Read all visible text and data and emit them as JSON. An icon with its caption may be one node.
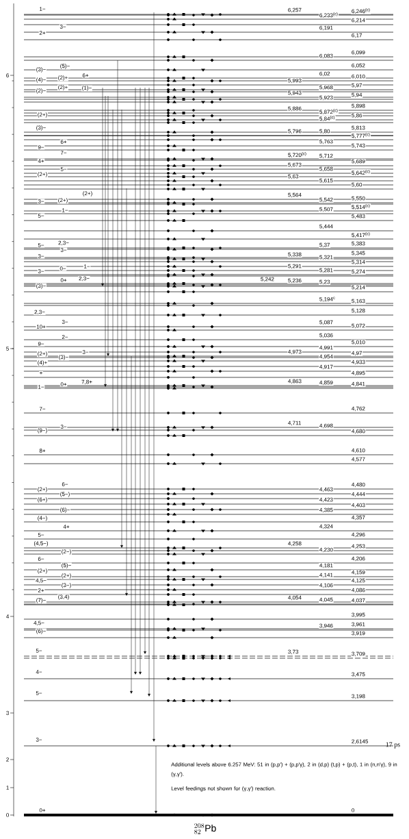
{
  "diagram": {
    "labels": [
      "6",
      "5",
      "4",
      "3",
      "2",
      "1",
      "0",
      "1−",
      "3−",
      "2+",
      "(5)−",
      "(3)−",
      "6+",
      "(2)+",
      "(4)−",
      "(2)+",
      "(1)−",
      "(2)−",
      "(2+)",
      "(3)−",
      "6+",
      "9−",
      "7−",
      "4+",
      "5−",
      "(2+)",
      "(2+)",
      "(2+)",
      "3−",
      "1−",
      "5−",
      "2,3−",
      "5−",
      "3−",
      "3−",
      "1−",
      "0−",
      "3−",
      "2,3−",
      "0+",
      "(3)−",
      "2,3−",
      "3−",
      "10+",
      "2−",
      "9−",
      "3−",
      "(2+)",
      "(3)−",
      "(4)+",
      "+",
      "7,8+",
      "0+",
      "1−",
      "7−",
      "3−",
      "(9−)",
      "8+",
      "6−",
      "(2+)",
      "(5−)",
      "(6+)",
      "(6)−",
      "(4−)",
      "4+",
      "5−",
      "(4,5−)",
      "(2−)",
      "6−",
      "(5)−",
      "(2+)",
      "(2+)",
      "4,5−",
      "(3−)",
      "2+",
      "(3,4)",
      "(7)−",
      "4,5−",
      "(6)−",
      "5−",
      "4−",
      "5−",
      "3−",
      "0+",
      "6,257",
      "6,246$^{(c)}$",
      "6,233$^{(c)}$",
      "6,214",
      "6,191",
      "6,17",
      "6,099",
      "6,083",
      "6,052",
      "6,02",
      "6,010",
      "5,993",
      "5,97",
      "5,968",
      "5,943",
      "5,94",
      "5,923",
      "5,898",
      "5,886",
      "5,872$^{(c)}$",
      "5,86",
      "5,84$^{(c)}$",
      "5,813",
      "5,796",
      "5,80",
      "5,777$^{(c)}$",
      "5,763",
      "5,743",
      "5,720$^{(c)}$",
      "5,712",
      "5,689",
      "5,673",
      "5,658",
      "5,642$^{(c)}$",
      "5,63",
      "5,615",
      "5,60",
      "5,564",
      "5,550",
      "5,542",
      "5,514$^{(c)}$",
      "5,507",
      "5,483",
      "5,444",
      "5,417$^{(c)}$",
      "5,383",
      "5,37",
      "5,345",
      "5,338",
      "5,321",
      "5,314",
      "5,291",
      "5,281",
      "5,274",
      "5,242",
      "5,236",
      "5,23",
      "5,214",
      "5,194$^{c}$",
      "5,163",
      "5,128",
      "5,087",
      "5,072",
      "5,036",
      "5,010",
      "4,991",
      "4,973",
      "4,97",
      "4,954",
      "4,933",
      "4,917",
      "4,895",
      "4,863",
      "4,859",
      "4,841",
      "4,762",
      "4,711",
      "4,698",
      "4,680",
      "4,610",
      "4,577",
      "4,480",
      "4,463",
      "4,444",
      "4,423",
      "4,403",
      "4,385",
      "4,357",
      "4,324",
      "4,296",
      "4,258",
      "4,253",
      "4,230",
      "4,206",
      "4,181",
      "4,159",
      "4,141",
      "4,125",
      "4,106",
      "4,086",
      "4,054",
      "4,045",
      "4,037",
      "3,995",
      "3,961",
      "3,946",
      "3,919",
      "3,73",
      "3,709",
      "3,475",
      "3,198",
      "2,6145",
      "0",
      "17 ps",
      "Additional levels above 6.257 MeV: 51 in (p,p′) + (p,p′γ), 2 in (d,p) (t,p) + (p,t), 1 in (n,n′γ), 9 in (γ,γ′).",
      "Level feedings not shown for (γ,γ′) reaction.",
      "{}^{208}_{82}\\mathrm{Pb}"
    ]
  }
}
